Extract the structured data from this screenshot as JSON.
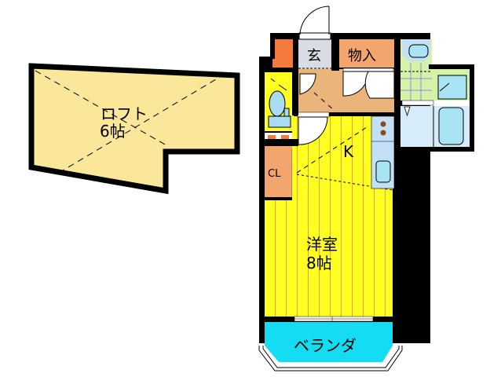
{
  "floorplan": {
    "loft": {
      "name": "ロフト",
      "size": "6帖"
    },
    "entrance": {
      "label": "玄"
    },
    "storage": {
      "label": "物入"
    },
    "kitchen": {
      "label": "K"
    },
    "closet": {
      "label": "CL"
    },
    "western_room": {
      "name": "洋室",
      "size": "8帖"
    },
    "balcony": {
      "label": "ベランダ"
    }
  },
  "colors": {
    "wall": "#000000",
    "loft_fill": "#fbe79a",
    "room_yellow": "#ffff22",
    "room_stripe": "#e8a040",
    "hall_fill": "#eab47a",
    "storage_fill": "#f2a56d",
    "closet_fill": "#f2a56d",
    "entrance_fill": "#d9dde3",
    "corner_fill": "#f57a3c",
    "wash_fill": "#d4f3a8",
    "tile_line": "#8a90d8",
    "bath_fill": "#d6ecfb",
    "fixture_blue": "#a9dcf2",
    "balcony_fill": "#14dcf2",
    "toilet_room_fill": "#ffff22",
    "stove_burner": "#8a4a1c"
  }
}
